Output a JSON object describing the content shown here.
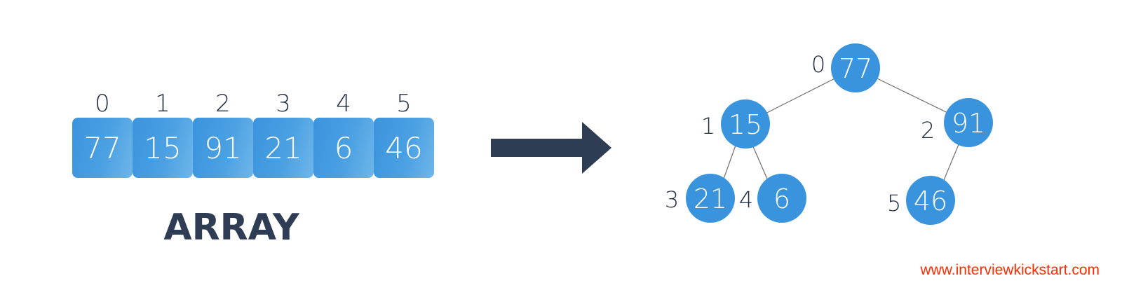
{
  "array": {
    "caption": "ARRAY",
    "indices": [
      "0",
      "1",
      "2",
      "3",
      "4",
      "5"
    ],
    "values": [
      "77",
      "15",
      "91",
      "21",
      "6",
      "46"
    ]
  },
  "tree": {
    "nodes": [
      {
        "index": "0",
        "value": "77"
      },
      {
        "index": "1",
        "value": "15"
      },
      {
        "index": "2",
        "value": "91"
      },
      {
        "index": "3",
        "value": "21"
      },
      {
        "index": "4",
        "value": "6"
      },
      {
        "index": "5",
        "value": "46"
      }
    ]
  },
  "footer": {
    "url": "www.interviewkickstart.com"
  },
  "colors": {
    "node_blue": "#3a94dd",
    "dark_text": "#233044",
    "arrow": "#2e3c54",
    "url_red": "#ff2b00"
  }
}
